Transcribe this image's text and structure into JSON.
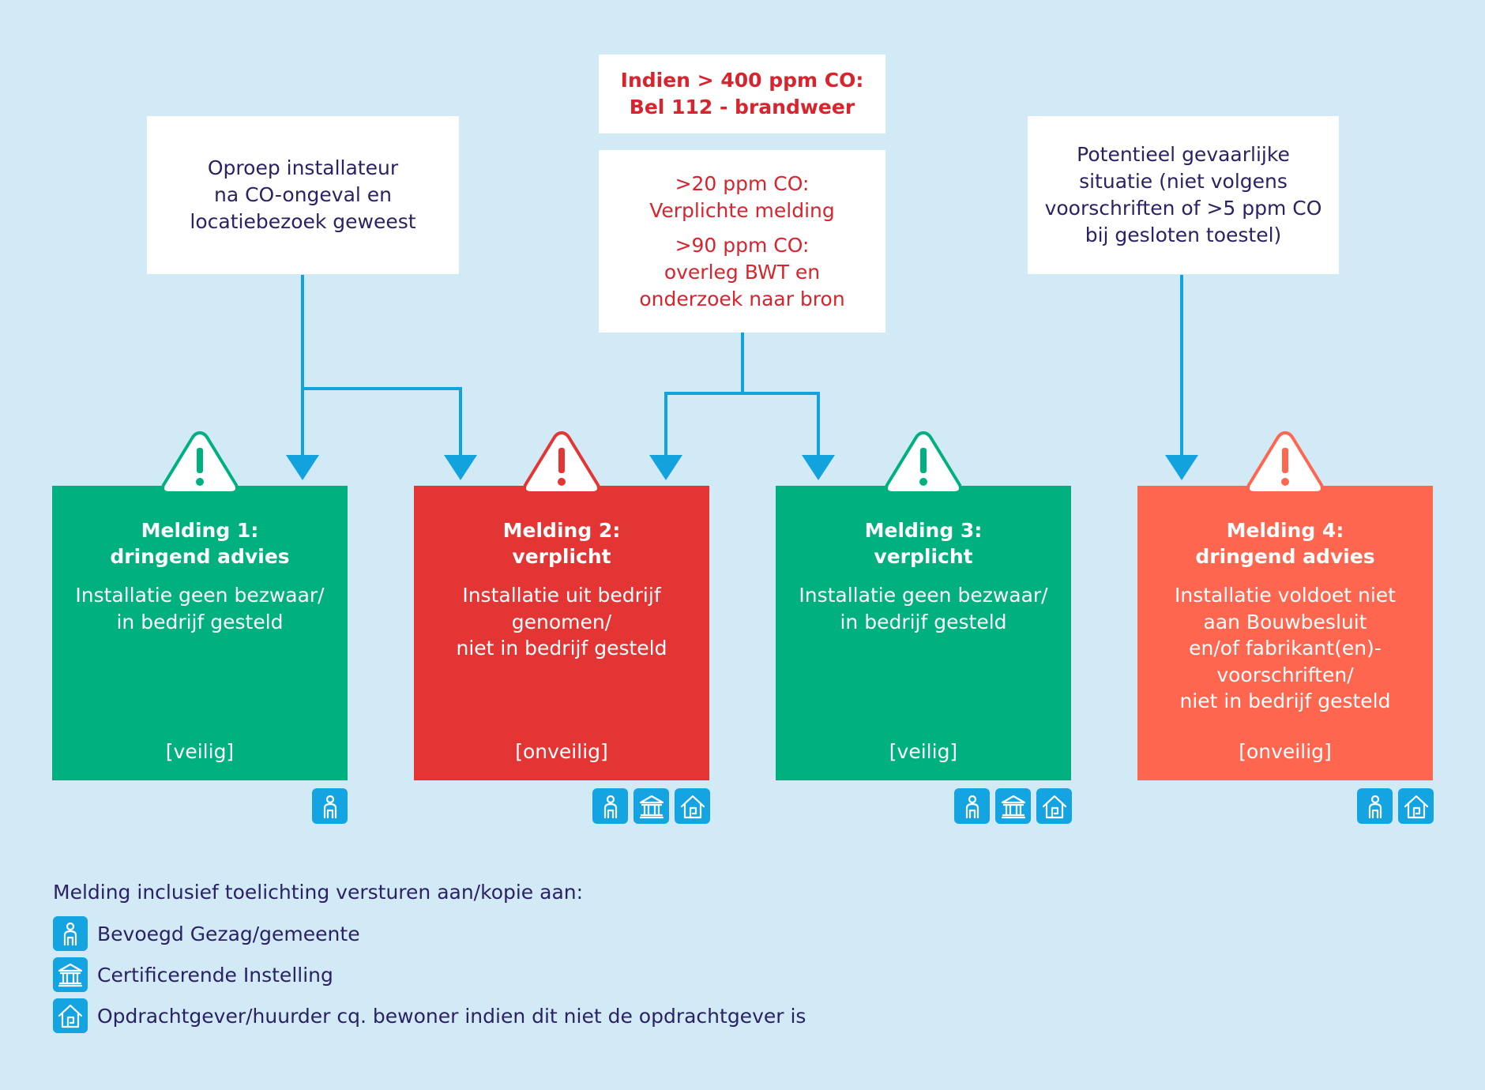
{
  "top_boxes": {
    "left": {
      "lines": [
        "Oproep installateur",
        "na CO-ongeval en",
        "locatiebezoek geweest"
      ]
    },
    "emergency": {
      "lines": [
        "Indien > 400 ppm CO:",
        "Bel 112 - brandweer"
      ]
    },
    "center": {
      "group1": [
        ">20 ppm CO:",
        "Verplichte melding"
      ],
      "group2": [
        ">90 ppm CO:",
        "overleg BWT en",
        "onderzoek naar bron"
      ]
    },
    "right": {
      "lines": [
        "Potentieel gevaarlijke",
        "situatie (niet volgens",
        "voorschriften of >5 ppm CO",
        "bij gesloten toestel)"
      ]
    }
  },
  "cards": [
    {
      "title": [
        "Melding 1:",
        "dringend advies"
      ],
      "body": [
        "Installatie geen bezwaar/",
        "in bedrijf gesteld"
      ],
      "status": "[veilig]",
      "color": "#00b07f",
      "icons": [
        "authority-icon"
      ]
    },
    {
      "title": [
        "Melding 2:",
        "verplicht"
      ],
      "body": [
        "Installatie uit bedrijf",
        "genomen/",
        "niet in bedrijf gesteld"
      ],
      "status": "[onveilig]",
      "color": "#e43535",
      "icons": [
        "authority-icon",
        "institution-icon",
        "house-icon"
      ]
    },
    {
      "title": [
        "Melding 3:",
        "verplicht"
      ],
      "body": [
        "Installatie geen bezwaar/",
        "in bedrijf gesteld"
      ],
      "status": "[veilig]",
      "color": "#00b07f",
      "icons": [
        "authority-icon",
        "institution-icon",
        "house-icon"
      ]
    },
    {
      "title": [
        "Melding 4:",
        "dringend advies"
      ],
      "body": [
        "Installatie voldoet niet",
        "aan Bouwbesluit",
        "en/of fabrikant(en)-",
        "voorschriften/",
        "niet in bedrijf gesteld"
      ],
      "status": "[onveilig]",
      "color": "#ff6650",
      "icons": [
        "authority-icon",
        "house-icon"
      ]
    }
  ],
  "colors": {
    "background": "#d2e9f6",
    "arrow": "#12a3de",
    "safe": "#00b07f",
    "unsafe": "#e43535",
    "unsafe_light": "#ff6650",
    "icon_bg": "#13a4e1",
    "text": "#2b2265",
    "alert_text": "#d9232d"
  },
  "legend": {
    "heading": "Melding inclusief toelichting versturen aan/kopie aan:",
    "items": [
      {
        "icon": "authority-icon",
        "label": "Bevoegd Gezag/gemeente"
      },
      {
        "icon": "institution-icon",
        "label": "Certificerende Instelling"
      },
      {
        "icon": "house-icon",
        "label": "Opdrachtgever/huurder cq. bewoner indien dit niet de opdrachtgever is"
      }
    ]
  }
}
